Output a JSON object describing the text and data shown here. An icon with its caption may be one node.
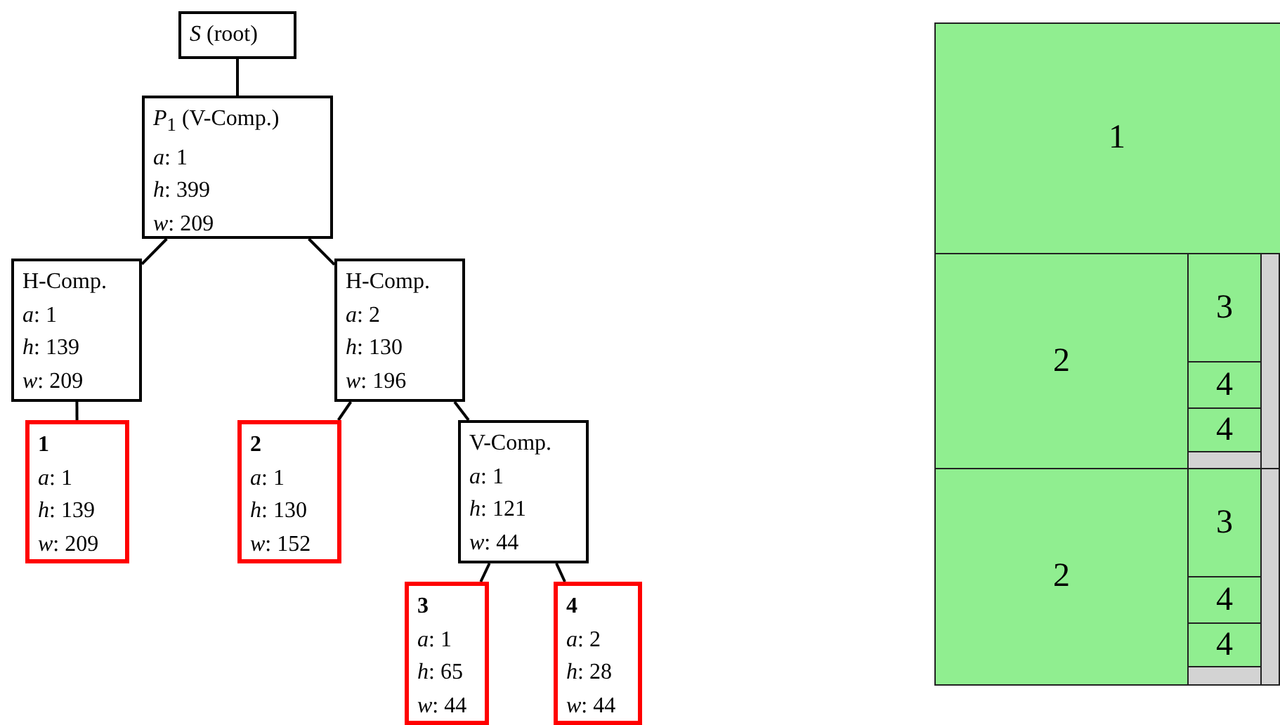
{
  "diagram": {
    "nodes": [
      {
        "text": [
          "*S* (root)"
        ]
      },
      {
        "text": [
          "*P*$_{1}$ (V-Comp.)",
          "*a*: 1",
          "*h*: 399",
          "*w*: 209"
        ]
      },
      {
        "text": [
          "H-Comp.",
          "*a*: 1",
          "*h*: 139",
          "*w*: 209"
        ]
      },
      {
        "text": [
          "H-Comp.",
          "*a*: 2",
          "*h*: 130",
          "*w*: 196"
        ]
      },
      {
        "text": [
          "1",
          "*a*: 1",
          "*h*: 139",
          "*w*: 209"
        ]
      },
      {
        "text": [
          "2",
          "*a*: 1",
          "*h*: 130",
          "*w*: 152"
        ]
      },
      {
        "text": [
          "V-Comp.",
          "*a*: 1",
          "*h*: 121",
          "*w*: 44"
        ]
      },
      {
        "text": [
          "3",
          "*a*: 1",
          "*h*: 65",
          "*w*: 44"
        ]
      },
      {
        "text": [
          "4",
          "*a*: 2",
          "*h*: 28",
          "*w*: 44"
        ]
      },
      {
        "text": [
          "1"
        ]
      },
      {
        "text": [
          "2"
        ]
      },
      {
        "text": [
          "3"
        ]
      },
      {
        "text": [
          "4"
        ]
      },
      {
        "text": [
          "4"
        ]
      },
      {
        "text": [
          "2"
        ]
      },
      {
        "text": [
          "3"
        ]
      },
      {
        "text": [
          "4"
        ]
      },
      {
        "text": [
          "4"
        ]
      },
      {
        "text": [],
        "shape": "box"
      },
      {
        "text": [],
        "shape": "box"
      },
      {
        "text": [],
        "shape": "box"
      },
      {
        "text": [],
        "shape": "box"
      }
    ],
    "edges": [
      {
        "from": 0,
        "to": 1,
        "arrow": "none"
      },
      {
        "from": 1,
        "to": 2,
        "arrow": "none"
      },
      {
        "from": 1,
        "to": 3,
        "arrow": "none"
      },
      {
        "from": 2,
        "to": 4,
        "arrow": "none"
      },
      {
        "from": 3,
        "to": 5,
        "arrow": "none"
      },
      {
        "from": 3,
        "to": 6,
        "arrow": "none"
      },
      {
        "from": 6,
        "to": 7,
        "arrow": "none"
      },
      {
        "from": 6,
        "to": 8,
        "arrow": "none"
      }
    ]
  }
}
